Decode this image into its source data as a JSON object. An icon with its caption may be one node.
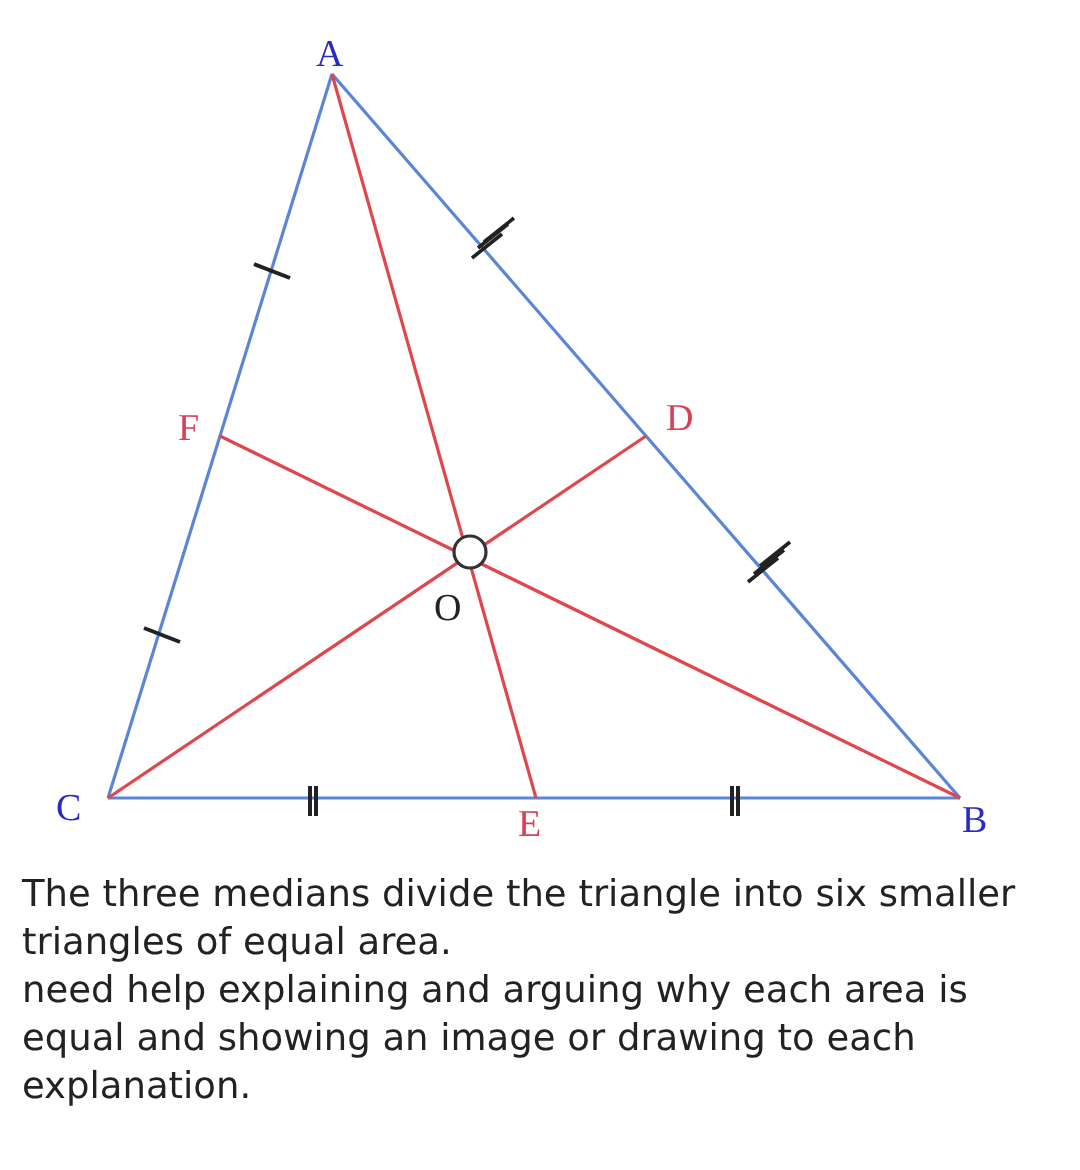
{
  "diagram": {
    "labels": [
      "A",
      "F",
      "D",
      "O",
      "C",
      "E",
      "B",
      "The three medians divide the triangle into six smaller triangles of equal area.",
      "need help explaining and arguing why each area is equal and showing an image or drawing to each explanation."
    ]
  }
}
